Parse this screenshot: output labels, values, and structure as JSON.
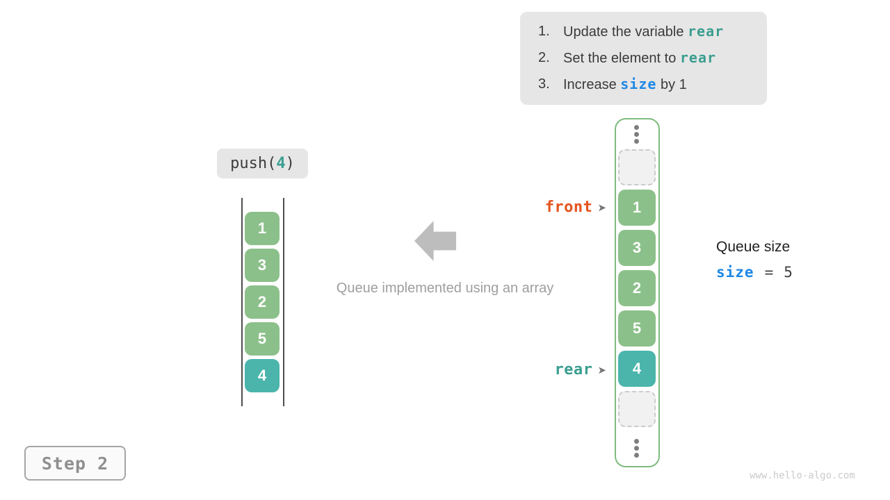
{
  "colors": {
    "box_green": "#8cc08a",
    "box_teal": "#4bb5ac",
    "container_border_green": "#7ebb7e",
    "code_teal": "#3a9e8f",
    "code_blue": "#1e88e5",
    "front_orange": "#e4541e",
    "panel_gray": "#e6e6e6",
    "caption_gray": "#9e9e9e",
    "arrow_gray": "#bdbdbd"
  },
  "steps_panel": {
    "items": [
      {
        "num": "1.",
        "pre": "Update the variable ",
        "code": "rear",
        "post": ""
      },
      {
        "num": "2.",
        "pre": "Set the element to ",
        "code": "rear",
        "post": ""
      },
      {
        "num": "3.",
        "pre": "Increase ",
        "code": "size",
        "post": " by 1"
      }
    ]
  },
  "push_label": {
    "prefix": "push(",
    "arg": "4",
    "suffix": ")"
  },
  "left_array": {
    "values": [
      "1",
      "3",
      "2",
      "5",
      "4"
    ]
  },
  "right_array": {
    "values": [
      "1",
      "3",
      "2",
      "5",
      "4"
    ]
  },
  "pointers": {
    "front": "front",
    "rear": "rear",
    "glyph": "➤"
  },
  "caption": "Queue implemented using an array",
  "queue_size": {
    "title": "Queue size",
    "variable": "size",
    "equals": "=",
    "value": "5"
  },
  "step_badge": "Step 2",
  "watermark": "www.hello-algo.com"
}
